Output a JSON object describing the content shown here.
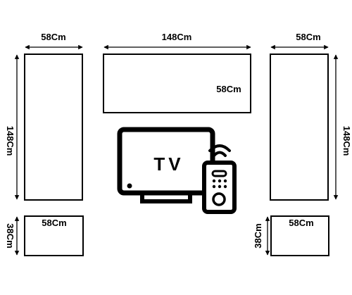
{
  "panels": {
    "left_tall": {
      "width_label": "58Cm",
      "height_label": "148Cm"
    },
    "top_wide": {
      "width_label": "148Cm",
      "height_label": "58Cm"
    },
    "right_tall": {
      "width_label": "58Cm",
      "height_label": "148Cm"
    },
    "left_small": {
      "width_label": "58Cm",
      "height_label": "38Cm"
    },
    "right_small": {
      "width_label": "58Cm",
      "height_label": "38Cm"
    }
  },
  "tv": {
    "label": "TV",
    "icon": "tv-icon",
    "remote_icon": "remote-control-icon"
  },
  "colors": {
    "ink": "#000000",
    "background": "#ffffff"
  }
}
